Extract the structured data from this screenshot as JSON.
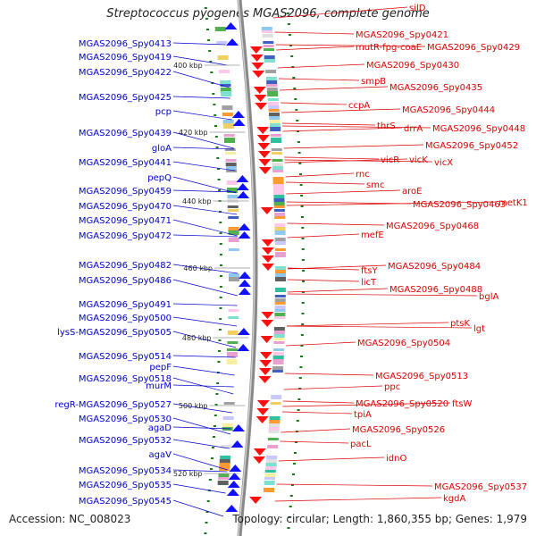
{
  "title": "Streptococcus pyogenes MGAS2096, complete genome",
  "accession": "Accession: NC_008023",
  "summary": "Topology: circular; Length: 1,860,355 bp; Genes: 1,979",
  "colors": {
    "left_label": "#0000cc",
    "right_label": "#dd0000",
    "backbone": "#888888",
    "forward_arrow": "#1010ff",
    "reverse_arrow": "#ff1010",
    "tick": "#1a7a1a"
  },
  "kbp_ticks": [
    "400 kbp",
    "420 kbp",
    "440 kbp",
    "460 kbp",
    "480 kbp",
    "500 kbp",
    "520 kbp"
  ],
  "left_labels": [
    "MGAS2096_Spy0413",
    "MGAS2096_Spy0419",
    "MGAS2096_Spy0422",
    "MGAS2096_Spy0425",
    "pcp",
    "MGAS2096_Spy0439",
    "gloA",
    "MGAS2096_Spy0441",
    "pepQ",
    "MGAS2096_Spy0459",
    "MGAS2096_Spy0470",
    "MGAS2096_Spy0471",
    "MGAS2096_Spy0472",
    "MGAS2096_Spy0482",
    "MGAS2096_Spy0486",
    "MGAS2096_Spy0491",
    "MGAS2096_Spy0500",
    "lysS-MGAS2096_Spy0505",
    "MGAS2096_Spy0514",
    "pepF",
    "MGAS2096_Spy0518",
    "murM",
    "regR-MGAS2096_Spy0527",
    "MGAS2096_Spy0530",
    "agaD",
    "MGAS2096_Spy0532",
    "agaV",
    "MGAS2096_Spy0534",
    "MGAS2096_Spy0535",
    "MGAS2096_Spy0545"
  ],
  "right_labels": [
    "silD",
    "MGAS2096_Spy0421",
    "mutR-fpg-coaE",
    "MGAS2096_Spy0429",
    "MGAS2096_Spy0430",
    "smpB",
    "MGAS2096_Spy0435",
    "ccpA",
    "MGAS2096_Spy0444",
    "thrS",
    "drrA",
    "MGAS2096_Spy0448",
    "MGAS2096_Spy0452",
    "vicR",
    "vicK",
    "vicX",
    "rnc",
    "smc",
    "aroE",
    "MGAS2096_Spy0463",
    "metK1",
    "MGAS2096_Spy0468",
    "mefE",
    "ftsY",
    "MGAS2096_Spy0484",
    "licT",
    "MGAS2096_Spy0488",
    "bglA",
    "ptsK",
    "lgt",
    "MGAS2096_Spy0504",
    "MGAS2096_Spy0513",
    "ppc",
    "MGAS2096_Spy0520",
    "ftsW",
    "tpiA",
    "MGAS2096_Spy0526",
    "pacL",
    "idnO",
    "MGAS2096_Spy0537",
    "kgdA"
  ]
}
